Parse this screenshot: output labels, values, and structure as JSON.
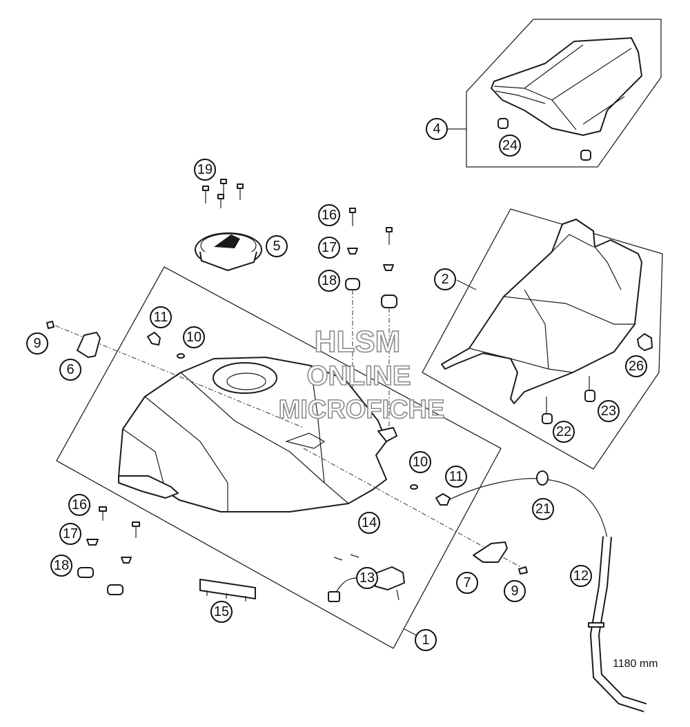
{
  "watermark": {
    "line1": "HLSM",
    "line2": "ONLINE",
    "line3": "MICROFICHE"
  },
  "hose_length": "1180 mm",
  "callouts": [
    {
      "id": "c1",
      "label": "1"
    },
    {
      "id": "c2",
      "label": "2"
    },
    {
      "id": "c4",
      "label": "4"
    },
    {
      "id": "c5",
      "label": "5"
    },
    {
      "id": "c6",
      "label": "6"
    },
    {
      "id": "c7",
      "label": "7"
    },
    {
      "id": "c9a",
      "label": "9"
    },
    {
      "id": "c9b",
      "label": "9"
    },
    {
      "id": "c10a",
      "label": "10"
    },
    {
      "id": "c10b",
      "label": "10"
    },
    {
      "id": "c11a",
      "label": "11"
    },
    {
      "id": "c11b",
      "label": "11"
    },
    {
      "id": "c12",
      "label": "12"
    },
    {
      "id": "c13",
      "label": "13"
    },
    {
      "id": "c14",
      "label": "14"
    },
    {
      "id": "c15",
      "label": "15"
    },
    {
      "id": "c16a",
      "label": "16"
    },
    {
      "id": "c16b",
      "label": "16"
    },
    {
      "id": "c17a",
      "label": "17"
    },
    {
      "id": "c17b",
      "label": "17"
    },
    {
      "id": "c18a",
      "label": "18"
    },
    {
      "id": "c18b",
      "label": "18"
    },
    {
      "id": "c19",
      "label": "19"
    },
    {
      "id": "c21",
      "label": "21"
    },
    {
      "id": "c22",
      "label": "22"
    },
    {
      "id": "c23",
      "label": "23"
    },
    {
      "id": "c24",
      "label": "24"
    },
    {
      "id": "c26",
      "label": "26"
    }
  ]
}
